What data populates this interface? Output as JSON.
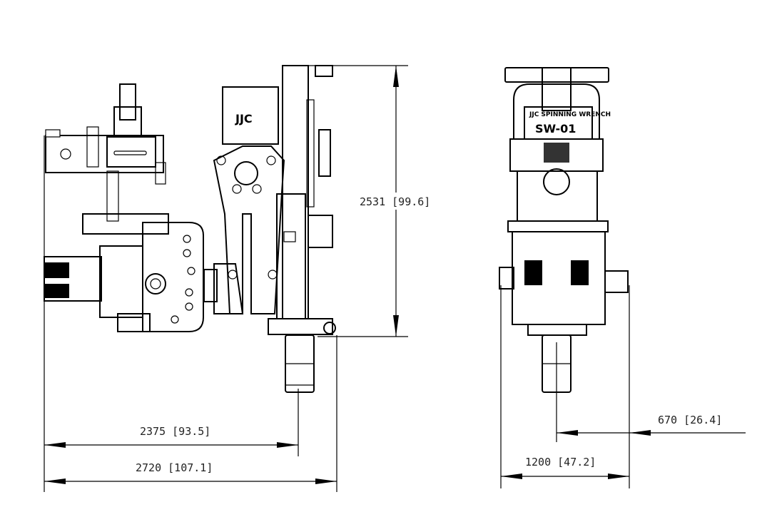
{
  "drawing": {
    "side_view": {
      "logo": "JJC",
      "dimensions": {
        "height": "2531 [99.6]",
        "reach_inner": "2375 [93.5]",
        "reach_total": "2720 [107.1]"
      }
    },
    "front_view": {
      "logo": "JJC SPINNING WRENCH",
      "model": "SW-01",
      "dimensions": {
        "offset": "670 [26.4]",
        "width": "1200 [47.2]"
      }
    }
  }
}
